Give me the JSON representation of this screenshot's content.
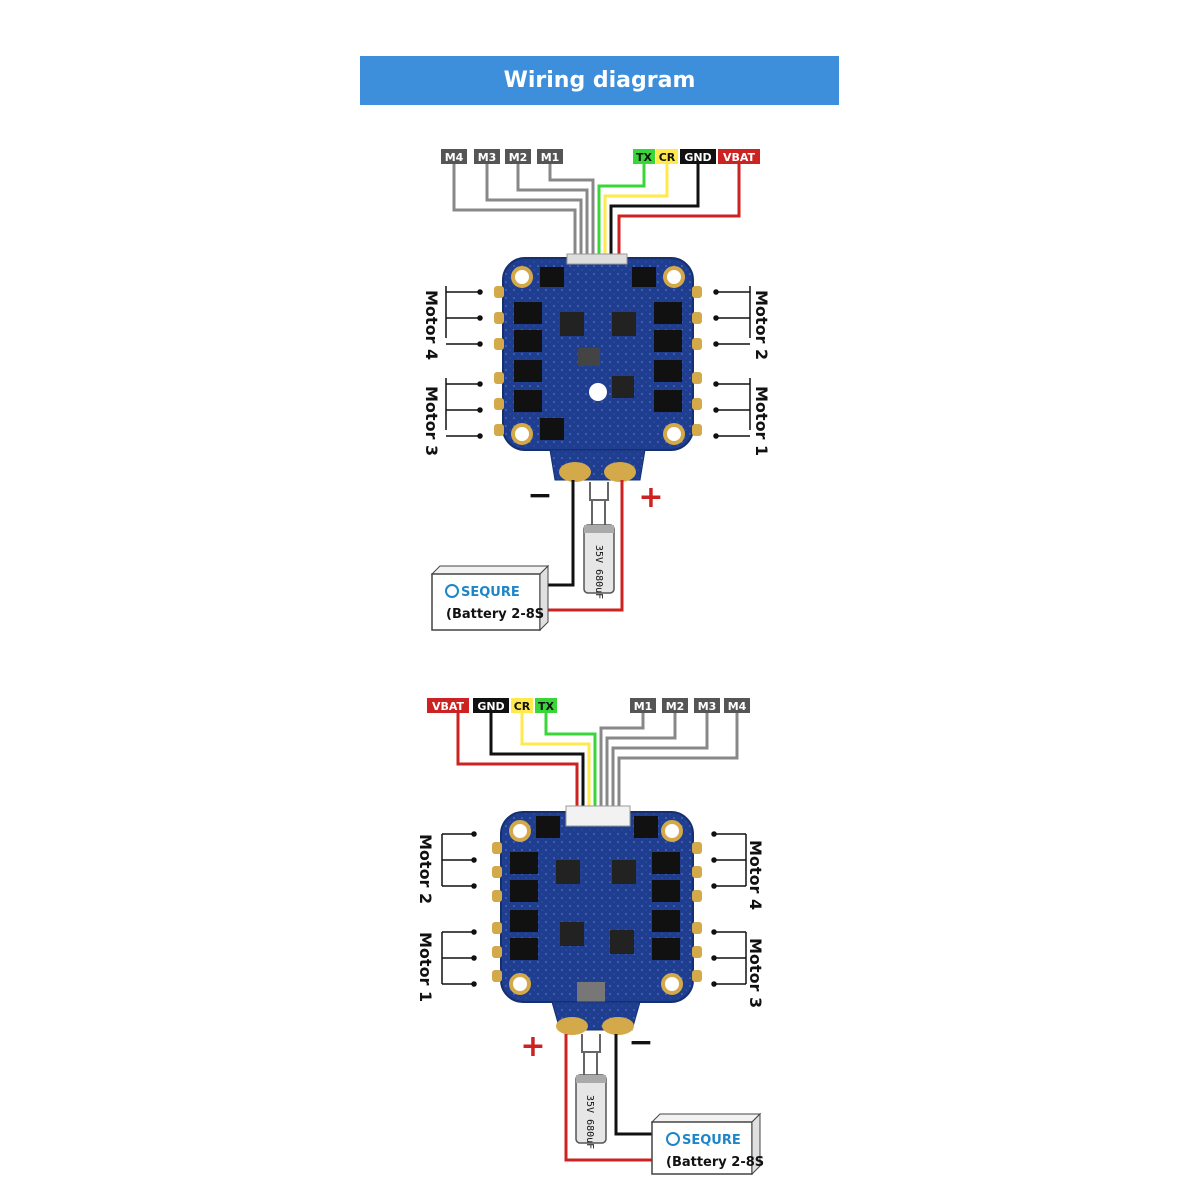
{
  "header": {
    "title": "Wiring diagram"
  },
  "diagram_top": {
    "pins": [
      "M4",
      "M3",
      "M2",
      "M1",
      "TX",
      "CR",
      "GND",
      "VBAT"
    ],
    "motors": [
      "Motor 4",
      "Motor 3",
      "Motor 2",
      "Motor 1"
    ],
    "minus": "−",
    "plus": "+",
    "capacitor": "35V 680uF",
    "battery_brand": "SEQURE",
    "battery_label": "(Battery 2-8S"
  },
  "diagram_bottom": {
    "pins": [
      "VBAT",
      "GND",
      "CR",
      "TX",
      "M1",
      "M2",
      "M3",
      "M4"
    ],
    "motors": [
      "Motor 2",
      "Motor 1",
      "Motor 4",
      "Motor 3"
    ],
    "plus": "+",
    "minus": "−",
    "capacitor": "35V 680uF",
    "battery_brand": "SEQURE",
    "battery_label": "(Battery 2-8S"
  },
  "colors": {
    "header_bg": "#3d8fdc",
    "board": "#1f3e8f",
    "motor_wire_gray": "#888888",
    "tx_green": "#39d639",
    "cr_yellow": "#ffe94d",
    "gnd_black": "#111111",
    "vbat_red": "#cc2222"
  }
}
